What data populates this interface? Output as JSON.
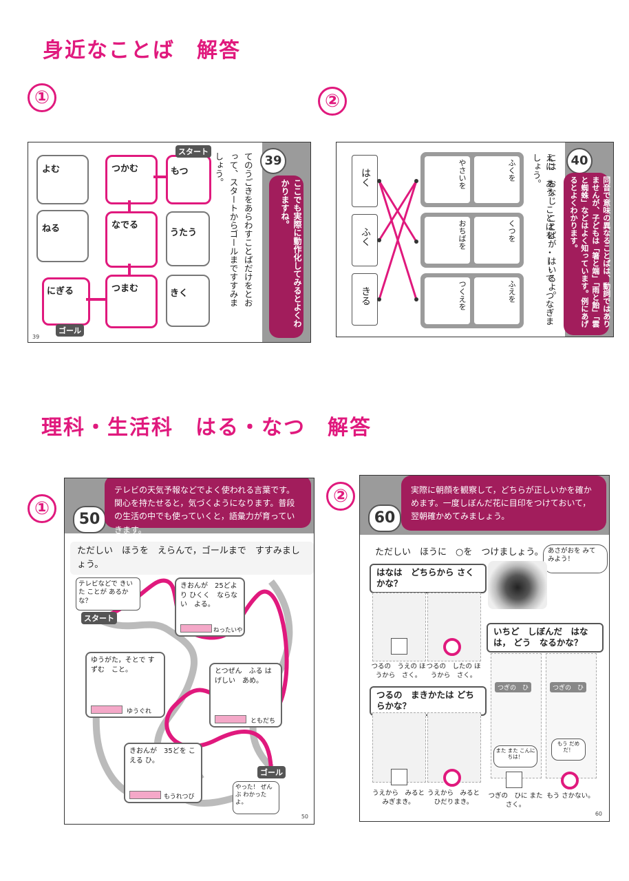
{
  "section1": {
    "title": "身近なことば　解答",
    "ans1": {
      "marker": "①",
      "page_badge": "39",
      "instruction": "てのうごきをあらわすことばだけをとおって、スタートからゴールまですすみましょう。",
      "bubble": "ここでも実際に動作化してみるとよくわかりますね。",
      "start": "スタート",
      "goal": "ゴール",
      "grid": [
        [
          "つかむ",
          "もつ"
        ],
        [
          "なでる",
          "うたう"
        ],
        [
          "つまむ",
          "きく"
        ]
      ],
      "left_col": [
        "よむ",
        "ねる",
        "にぎる"
      ],
      "page_no": "39"
    },
    "ans2": {
      "marker": "②",
      "page_badge": "40",
      "instruction_1": "には　おなじ　ことばが　はいるよ。",
      "instruction_2": "えに　あう　ことばを　・—・で　つなぎましょう。",
      "bubble": "同音で意味の異なることばは、動詞ではありませんが、子どもは「箸と端」「雨と飴」「雲と蜘蛛」などはよく知っています。例にあげるとよくわかります。",
      "words": [
        "はく",
        "ふく",
        "きる"
      ],
      "cards": [
        [
          "やさいを",
          "ふくを"
        ],
        [
          "おちばを",
          "くつを"
        ],
        [
          "つくえを",
          "ふえを"
        ]
      ]
    }
  },
  "section2": {
    "title": "理科・生活科　はる・なつ　解答",
    "ans1": {
      "marker": "①",
      "page_badge": "50",
      "bubble": "テレビの天気予報などでよく使われる言葉です。関心を持たせると，気づくようになります。普段の生活の中でも使っていくと，語彙力が育っていきます。",
      "instruction": "ただしい　ほうを　えらんで，ゴールまで　すすみましょう。",
      "start_note": "テレビなどで きいた ことが あるかな？",
      "start": "スタート",
      "boxes": [
        {
          "q": "きおんが　25どより ひくく　ならない　よる。",
          "label": "ねったいや"
        },
        {
          "q": "ゆうがた，そとで すずむ　こと。",
          "label": "ゆうぐれ"
        },
        {
          "q": "とつぜん　ふる はげしい　あめ。",
          "label": "ともだち"
        },
        {
          "q": "きおんが　35どを こえる ひ。",
          "label": "もうれつび"
        }
      ],
      "goal": "ゴール",
      "goal_note": "やった！ ぜんぶ わかったよ。",
      "page_no": "50"
    },
    "ans2": {
      "marker": "②",
      "page_badge": "60",
      "bubble": "実際に朝顔を観察して，どちらが正しいかを確かめます。一度しぼんだ花に目印をつけておいて，翌朝確かめてみましょう。",
      "instruction": "ただしい　ほうに　○を　つけましょう。",
      "speech_top": "あさがおを みて　みよう！",
      "q1": "はなは　どちらから さくかな？",
      "q1_opts": [
        "つるの　うえの ほうから　さく。",
        "つるの　したの ほうから　さく。"
      ],
      "q2": "つるの　まきかたは どちらかな？",
      "q2_opts": [
        "うえから　みると みぎまき。",
        "うえから　みると ひだりまき。"
      ],
      "q3": "いちど　しぼんだ　はなは， どう　なるかな？",
      "q3_next": "つぎの　ひ",
      "q3_opts": [
        "つぎの　ひに また　さく。",
        "もう さかない。"
      ],
      "q3_bubble1": "また また こんにちは！",
      "q3_bubble2": "もう だめだ！",
      "page_no": "60"
    }
  }
}
